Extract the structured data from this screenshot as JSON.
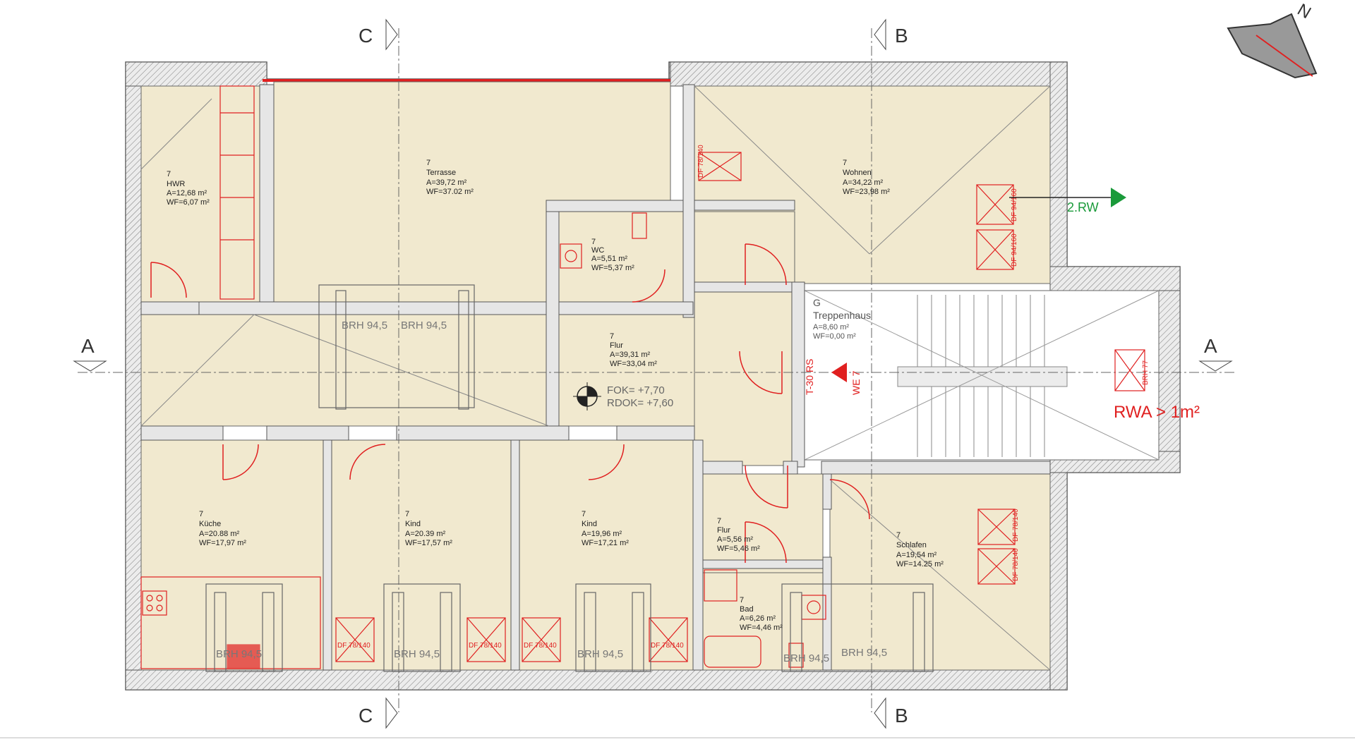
{
  "rooms": [
    {
      "id": "hwr",
      "level": "7",
      "name": "HWR",
      "area": "A=12,68 m²",
      "wf": "WF=6,07 m²"
    },
    {
      "id": "terrasse",
      "level": "7",
      "name": "Terrasse",
      "area": "A=39,72 m²",
      "wf": "WF=37.02 m²"
    },
    {
      "id": "wohnen",
      "level": "7",
      "name": "Wohnen",
      "area": "A=34,22 m²",
      "wf": "WF=23,98 m²"
    },
    {
      "id": "wc",
      "level": "7",
      "name": "WC",
      "area": "A=5,51 m²",
      "wf": "WF=5,37 m²"
    },
    {
      "id": "flur1",
      "level": "7",
      "name": "Flur",
      "area": "A=39,31 m²",
      "wf": "WF=33,04 m²"
    },
    {
      "id": "treppenhaus",
      "level": "G",
      "name": "Treppenhaus",
      "area": "A=8,60 m²",
      "wf": "WF=0,00 m²"
    },
    {
      "id": "kueche",
      "level": "7",
      "name": "Küche",
      "area": "A=20.88 m²",
      "wf": "WF=17,97 m²"
    },
    {
      "id": "kind1",
      "level": "7",
      "name": "Kind",
      "area": "A=20.39 m²",
      "wf": "WF=17,57 m²"
    },
    {
      "id": "kind2",
      "level": "7",
      "name": "Kind",
      "area": "A=19,96 m²",
      "wf": "WF=17,21 m²"
    },
    {
      "id": "flur2",
      "level": "7",
      "name": "Flur",
      "area": "A=5,56 m²",
      "wf": "WF=5,46 m²"
    },
    {
      "id": "bad",
      "level": "7",
      "name": "Bad",
      "area": "A=6,26 m²",
      "wf": "WF=4,46 m²"
    },
    {
      "id": "schlafen",
      "level": "7",
      "name": "Schlafen",
      "area": "A=19,54 m²",
      "wf": "WF=14.25 m²"
    }
  ],
  "sections": {
    "a": "A",
    "b": "B",
    "c": "C"
  },
  "level_marker": {
    "fok": "FOK= +7,70",
    "rdok": "RDOK= +7,60"
  },
  "brh_labels": {
    "terrace_left": "BRH 94,5",
    "terrace_right": "BRH 94,5",
    "kueche": "BRH 94,5",
    "kind1": "BRH 94,5",
    "kind2": "BRH 94,5",
    "bad": "BRH 94,5",
    "schlafen": "BRH 94,5"
  },
  "window_tags": {
    "wohnen_small": "DF 78/140",
    "wohnen_1": "DF 94/160",
    "wohnen_2": "DF 94/160",
    "schlafen_1": "DF 78/140",
    "schlafen_2": "DF 78/140",
    "kind1": "DF 78/140",
    "kind1b": "DF 78/140",
    "kind2": "DF 78/140",
    "kind2b": "DF 78/140",
    "stair": "BRH 77"
  },
  "annotations": {
    "rw": "2.RW",
    "rwa": "RWA > 1m²",
    "we": "WE 7",
    "fire_door": "T-30 RS"
  },
  "colors": {
    "room_fill": "#f1e9cf",
    "wall_fill": "#e8e8e8",
    "wall_stroke": "#555555",
    "red": "#e02020",
    "green": "#1a9a3a",
    "stair_fill": "#ffffff",
    "grid": "#888888"
  }
}
